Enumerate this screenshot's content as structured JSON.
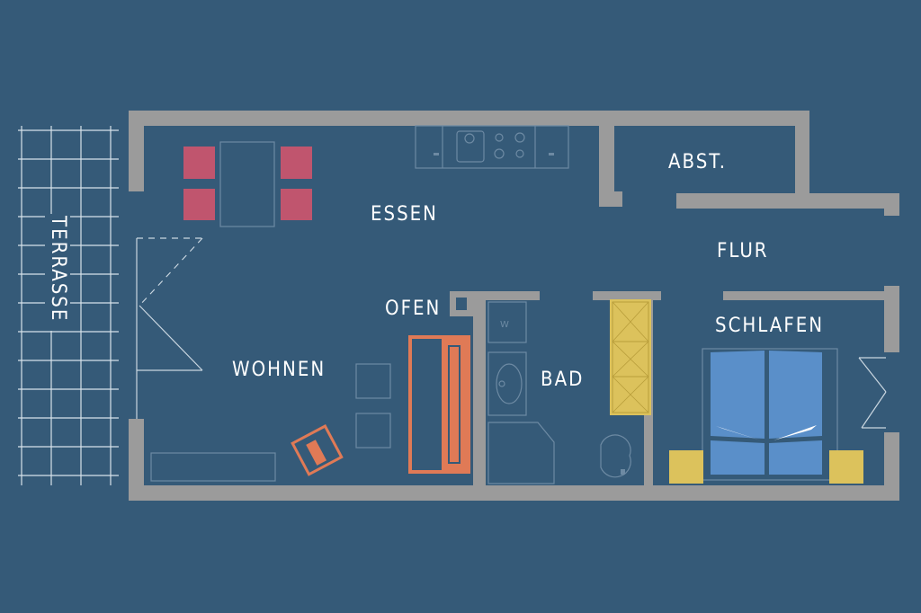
{
  "rooms": {
    "essen": "ESSEN",
    "wohnen": "WOHNEN",
    "ofen": "OFEN",
    "bad": "BAD",
    "abstellraum": "ABST.",
    "flur": "FLUR",
    "schlafen": "SCHLAFEN",
    "terrasse": "TERRASSE"
  },
  "colors": {
    "background": "#355a78",
    "walls": "#9b9b9b",
    "chairs": "#c0556e",
    "sofa": "#e07a56",
    "wardrobe": "#dcc25c",
    "bed": "#5a8fc9",
    "nightstands": "#dcc25c",
    "terrace_grid": "#d8e2ea"
  }
}
